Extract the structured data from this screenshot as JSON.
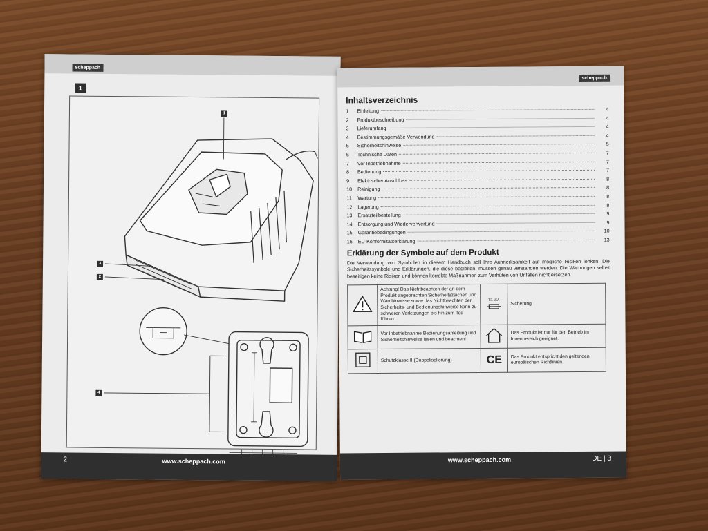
{
  "left_page": {
    "figure_number": "1",
    "callouts": [
      "1",
      "3",
      "2",
      "4"
    ],
    "logo_text": "scheppach",
    "page_number": "2",
    "website": "www.scheppach.com"
  },
  "right_page": {
    "logo_text": "scheppach",
    "toc_title": "Inhaltsverzeichnis",
    "toc": [
      {
        "num": "1",
        "title": "Einleitung",
        "page": "4"
      },
      {
        "num": "2",
        "title": "Produktbeschreibung",
        "page": "4"
      },
      {
        "num": "3",
        "title": "Lieferumfang",
        "page": "4"
      },
      {
        "num": "4",
        "title": "Bestimmungsgemäße Verwendung",
        "page": "4"
      },
      {
        "num": "5",
        "title": "Sicherheitshinweise",
        "page": "5"
      },
      {
        "num": "6",
        "title": "Technische Daten",
        "page": "7"
      },
      {
        "num": "7",
        "title": "Vor Inbetriebnahme",
        "page": "7"
      },
      {
        "num": "8",
        "title": "Bedienung",
        "page": "7"
      },
      {
        "num": "9",
        "title": "Elektrischer Anschluss",
        "page": "8"
      },
      {
        "num": "10",
        "title": "Reinigung",
        "page": "8"
      },
      {
        "num": "11",
        "title": "Wartung",
        "page": "8"
      },
      {
        "num": "12",
        "title": "Lagerung",
        "page": "8"
      },
      {
        "num": "13",
        "title": "Ersatzteilbestellung",
        "page": "9"
      },
      {
        "num": "14",
        "title": "Entsorgung und Wiederverwertung",
        "page": "9"
      },
      {
        "num": "15",
        "title": "Garantiebedingungen",
        "page": "10"
      },
      {
        "num": "16",
        "title": "EU-Konformitätserklärung",
        "page": "13"
      }
    ],
    "symbols_title": "Erklärung der Symbole auf dem Produkt",
    "symbols_intro": "Die Verwendung von Symbolen in diesem Handbuch soll Ihre Aufmerksamkeit auf mögliche Risiken lenken. Die Sicherheitssymbole und Erklärungen, die diese begleiten, müssen genau verstanden werden. Die Warnungen selbst beseitigen keine Risiken und können korrekte Maßnahmen zum Verhüten von Unfällen nicht ersetzen.",
    "symbols": {
      "warning": "Achtung! Das Nichtbeachten der an dem Produkt angebrachten Sicherheitszeichen und Warnhinweise sowie das Nichtbeachten der Sicherheits- und Bedienungshinweise kann zu schweren Verletzungen bis hin zum Tod führen.",
      "fuse_icon_label": "T3.15A",
      "fuse": "Sicherung",
      "manual": "Vor Inbetriebnahme Bedienungsanleitung und Sicherheitshinweise lesen und beachten!",
      "indoor": "Das Produkt ist nur für den Betrieb im Innenbereich geeignet.",
      "class2": "Schutzklasse II (Doppelisolierung)",
      "ce_mark": "CE",
      "ce": "Das Produkt entspricht den geltenden europäischen Richtlinien."
    },
    "page_number": "DE | 3",
    "website": "www.scheppach.com"
  }
}
